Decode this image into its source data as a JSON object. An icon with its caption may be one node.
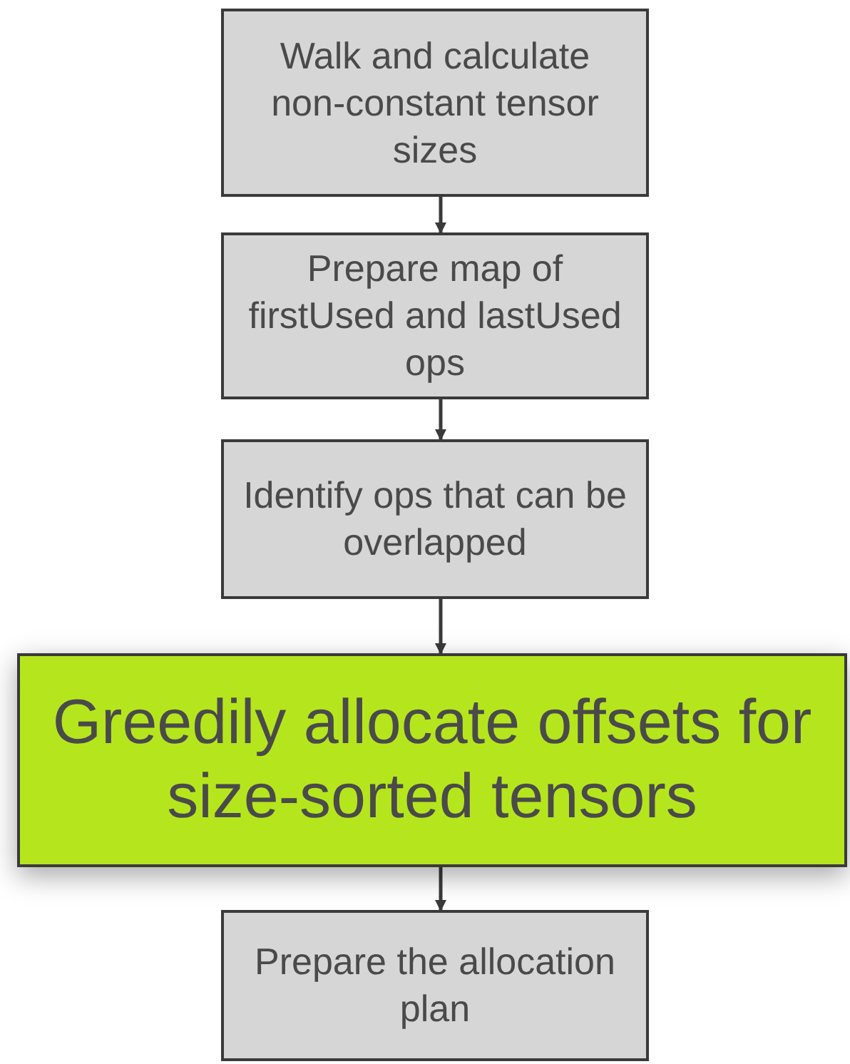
{
  "diagram": {
    "nodes": [
      {
        "text": [
          "Walk and calculate non-constant tensor sizes"
        ]
      },
      {
        "text": [
          "Prepare map of firstUsed and lastUsed ops"
        ]
      },
      {
        "text": [
          "Identify ops that can be overlapped"
        ]
      },
      {
        "text": [
          "Greedily allocate offsets for size-sorted tensors"
        ]
      },
      {
        "text": [
          "Prepare the allocation plan"
        ]
      }
    ],
    "edges": [
      {
        "from": 0,
        "to": 1,
        "arrow": "to"
      },
      {
        "from": 1,
        "to": 2,
        "arrow": "to"
      },
      {
        "from": 2,
        "to": 3,
        "arrow": "to"
      },
      {
        "from": 3,
        "to": 4,
        "arrow": "to"
      }
    ]
  }
}
